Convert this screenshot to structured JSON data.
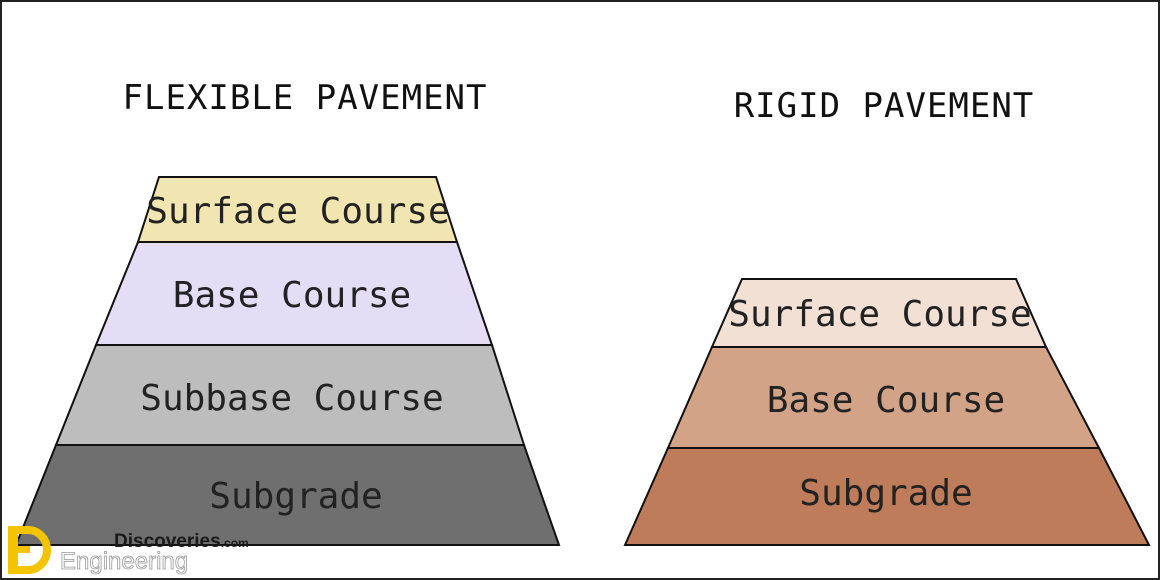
{
  "flexible": {
    "title": "FLEXIBLE PAVEMENT",
    "layers": [
      {
        "label": "Surface Course",
        "color": "#f1e6b2"
      },
      {
        "label": "Base Course",
        "color": "#e3def5"
      },
      {
        "label": "Subbase Course",
        "color": "#bdbdbd"
      },
      {
        "label": "Subgrade",
        "color": "#6f6f6f"
      }
    ]
  },
  "rigid": {
    "title": "RIGID PAVEMENT",
    "layers": [
      {
        "label": "Surface Course",
        "color": "#f2e0d4"
      },
      {
        "label": "Base Course",
        "color": "#d3a388"
      },
      {
        "label": "Subgrade",
        "color": "#bf7c5a"
      }
    ]
  },
  "logo": {
    "name_top": "Discoveries",
    "name_suffix": ".com",
    "name_bottom": "Engineering",
    "accent_color": "#f5c400"
  }
}
